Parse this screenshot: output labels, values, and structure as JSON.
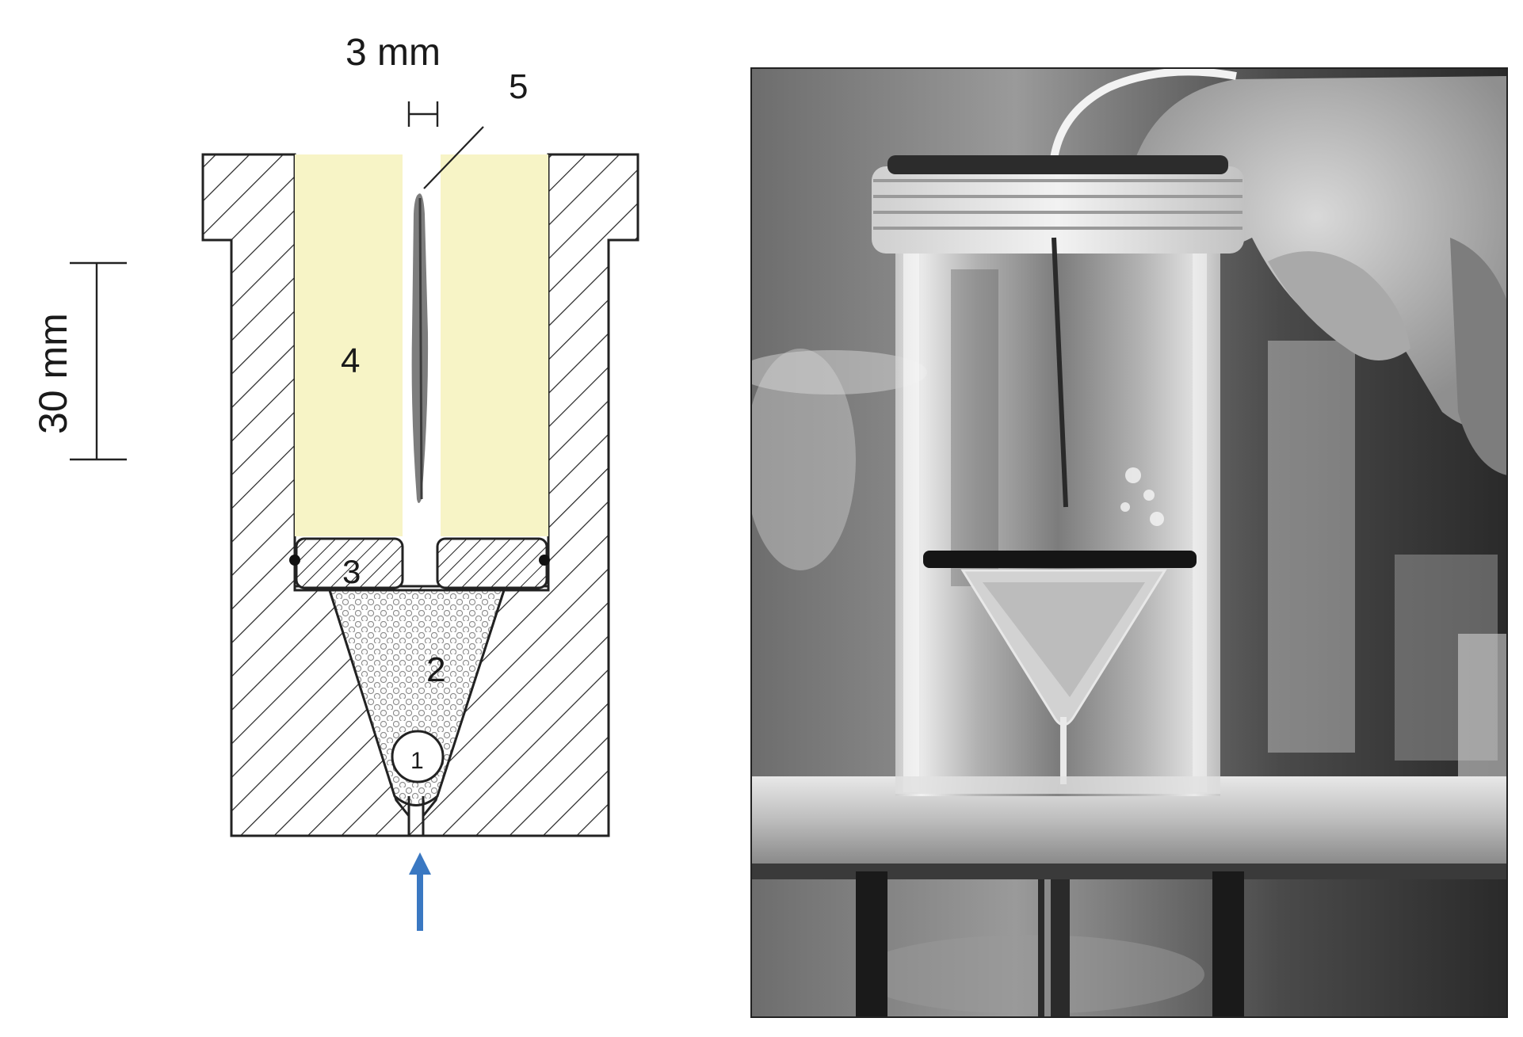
{
  "diagram": {
    "labels": {
      "width_dim": "3 mm",
      "height_dim": "30 mm",
      "part_1": "1",
      "part_2": "2",
      "part_3": "3",
      "part_4": "4",
      "part_5": "5"
    },
    "colors": {
      "electrode_fill": "#f7f4c6",
      "hatch": "#222222",
      "arrow": "#3a78c2",
      "bead": "#bdbdbd"
    }
  },
  "photo": {
    "style": "grayscale photograph",
    "subject": ""
  }
}
